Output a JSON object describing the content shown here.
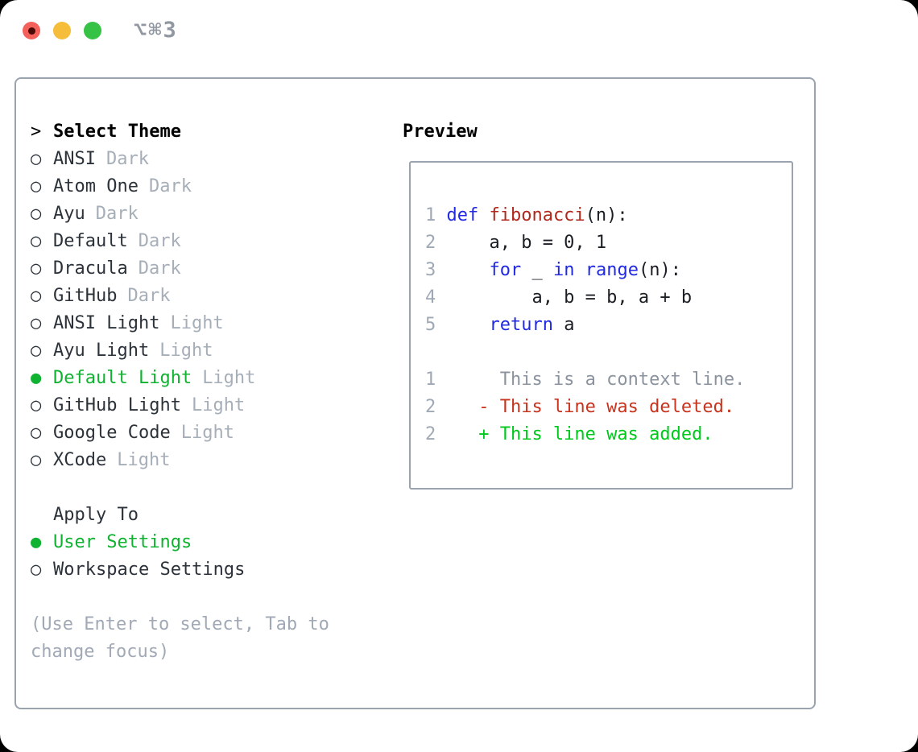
{
  "titlebar": {
    "shortcut": "⌥⌘3"
  },
  "colors": {
    "selection_green": "#10b331",
    "added_green": "#00c81d",
    "deleted_red": "#c8331d",
    "keyword_blue": "#2129e2",
    "function_red": "#b1271b",
    "muted_gray": "#a6aeb8",
    "border_gray": "#9aa3ae",
    "traffic_red": "#f4605a",
    "traffic_yellow": "#f5bd39",
    "traffic_green": "#36c244"
  },
  "theme_list": {
    "cursor": ">",
    "header": "Select Theme",
    "items": [
      {
        "marker": "○",
        "name": "ANSI",
        "variant": "Dark",
        "selected": false
      },
      {
        "marker": "○",
        "name": "Atom One",
        "variant": "Dark",
        "selected": false
      },
      {
        "marker": "○",
        "name": "Ayu",
        "variant": "Dark",
        "selected": false
      },
      {
        "marker": "○",
        "name": "Default",
        "variant": "Dark",
        "selected": false
      },
      {
        "marker": "○",
        "name": "Dracula",
        "variant": "Dark",
        "selected": false
      },
      {
        "marker": "○",
        "name": "GitHub",
        "variant": "Dark",
        "selected": false
      },
      {
        "marker": "○",
        "name": "ANSI Light",
        "variant": "Light",
        "selected": false
      },
      {
        "marker": "○",
        "name": "Ayu Light",
        "variant": "Light",
        "selected": false
      },
      {
        "marker": "●",
        "name": "Default Light",
        "variant": "Light",
        "selected": true
      },
      {
        "marker": "○",
        "name": "GitHub Light",
        "variant": "Light",
        "selected": false
      },
      {
        "marker": "○",
        "name": "Google Code",
        "variant": "Light",
        "selected": false
      },
      {
        "marker": "○",
        "name": "XCode",
        "variant": "Light",
        "selected": false
      }
    ]
  },
  "apply_to": {
    "header": "Apply To",
    "options": [
      {
        "marker": "●",
        "label": "User Settings",
        "selected": true
      },
      {
        "marker": "○",
        "label": "Workspace Settings",
        "selected": false
      }
    ]
  },
  "hint": "(Use Enter to select, Tab to change focus)",
  "preview": {
    "header": "Preview",
    "code_lines": [
      {
        "num": "1",
        "segs": [
          "def ",
          "fibonacci",
          "(n):"
        ]
      },
      {
        "num": "2",
        "segs": [
          "    a, b = 0, 1"
        ]
      },
      {
        "num": "3",
        "segs": [
          "    ",
          "for",
          " _ ",
          "in",
          " ",
          "range",
          "(n):"
        ]
      },
      {
        "num": "4",
        "segs": [
          "        a, b = b, a + b"
        ]
      },
      {
        "num": "5",
        "segs": [
          "    ",
          "return",
          " a"
        ]
      }
    ],
    "diff_lines": [
      {
        "num": "1",
        "text": "     This is a context line."
      },
      {
        "num": "2",
        "text": "   - This line was deleted."
      },
      {
        "num": "2",
        "text": "   + This line was added."
      }
    ]
  }
}
